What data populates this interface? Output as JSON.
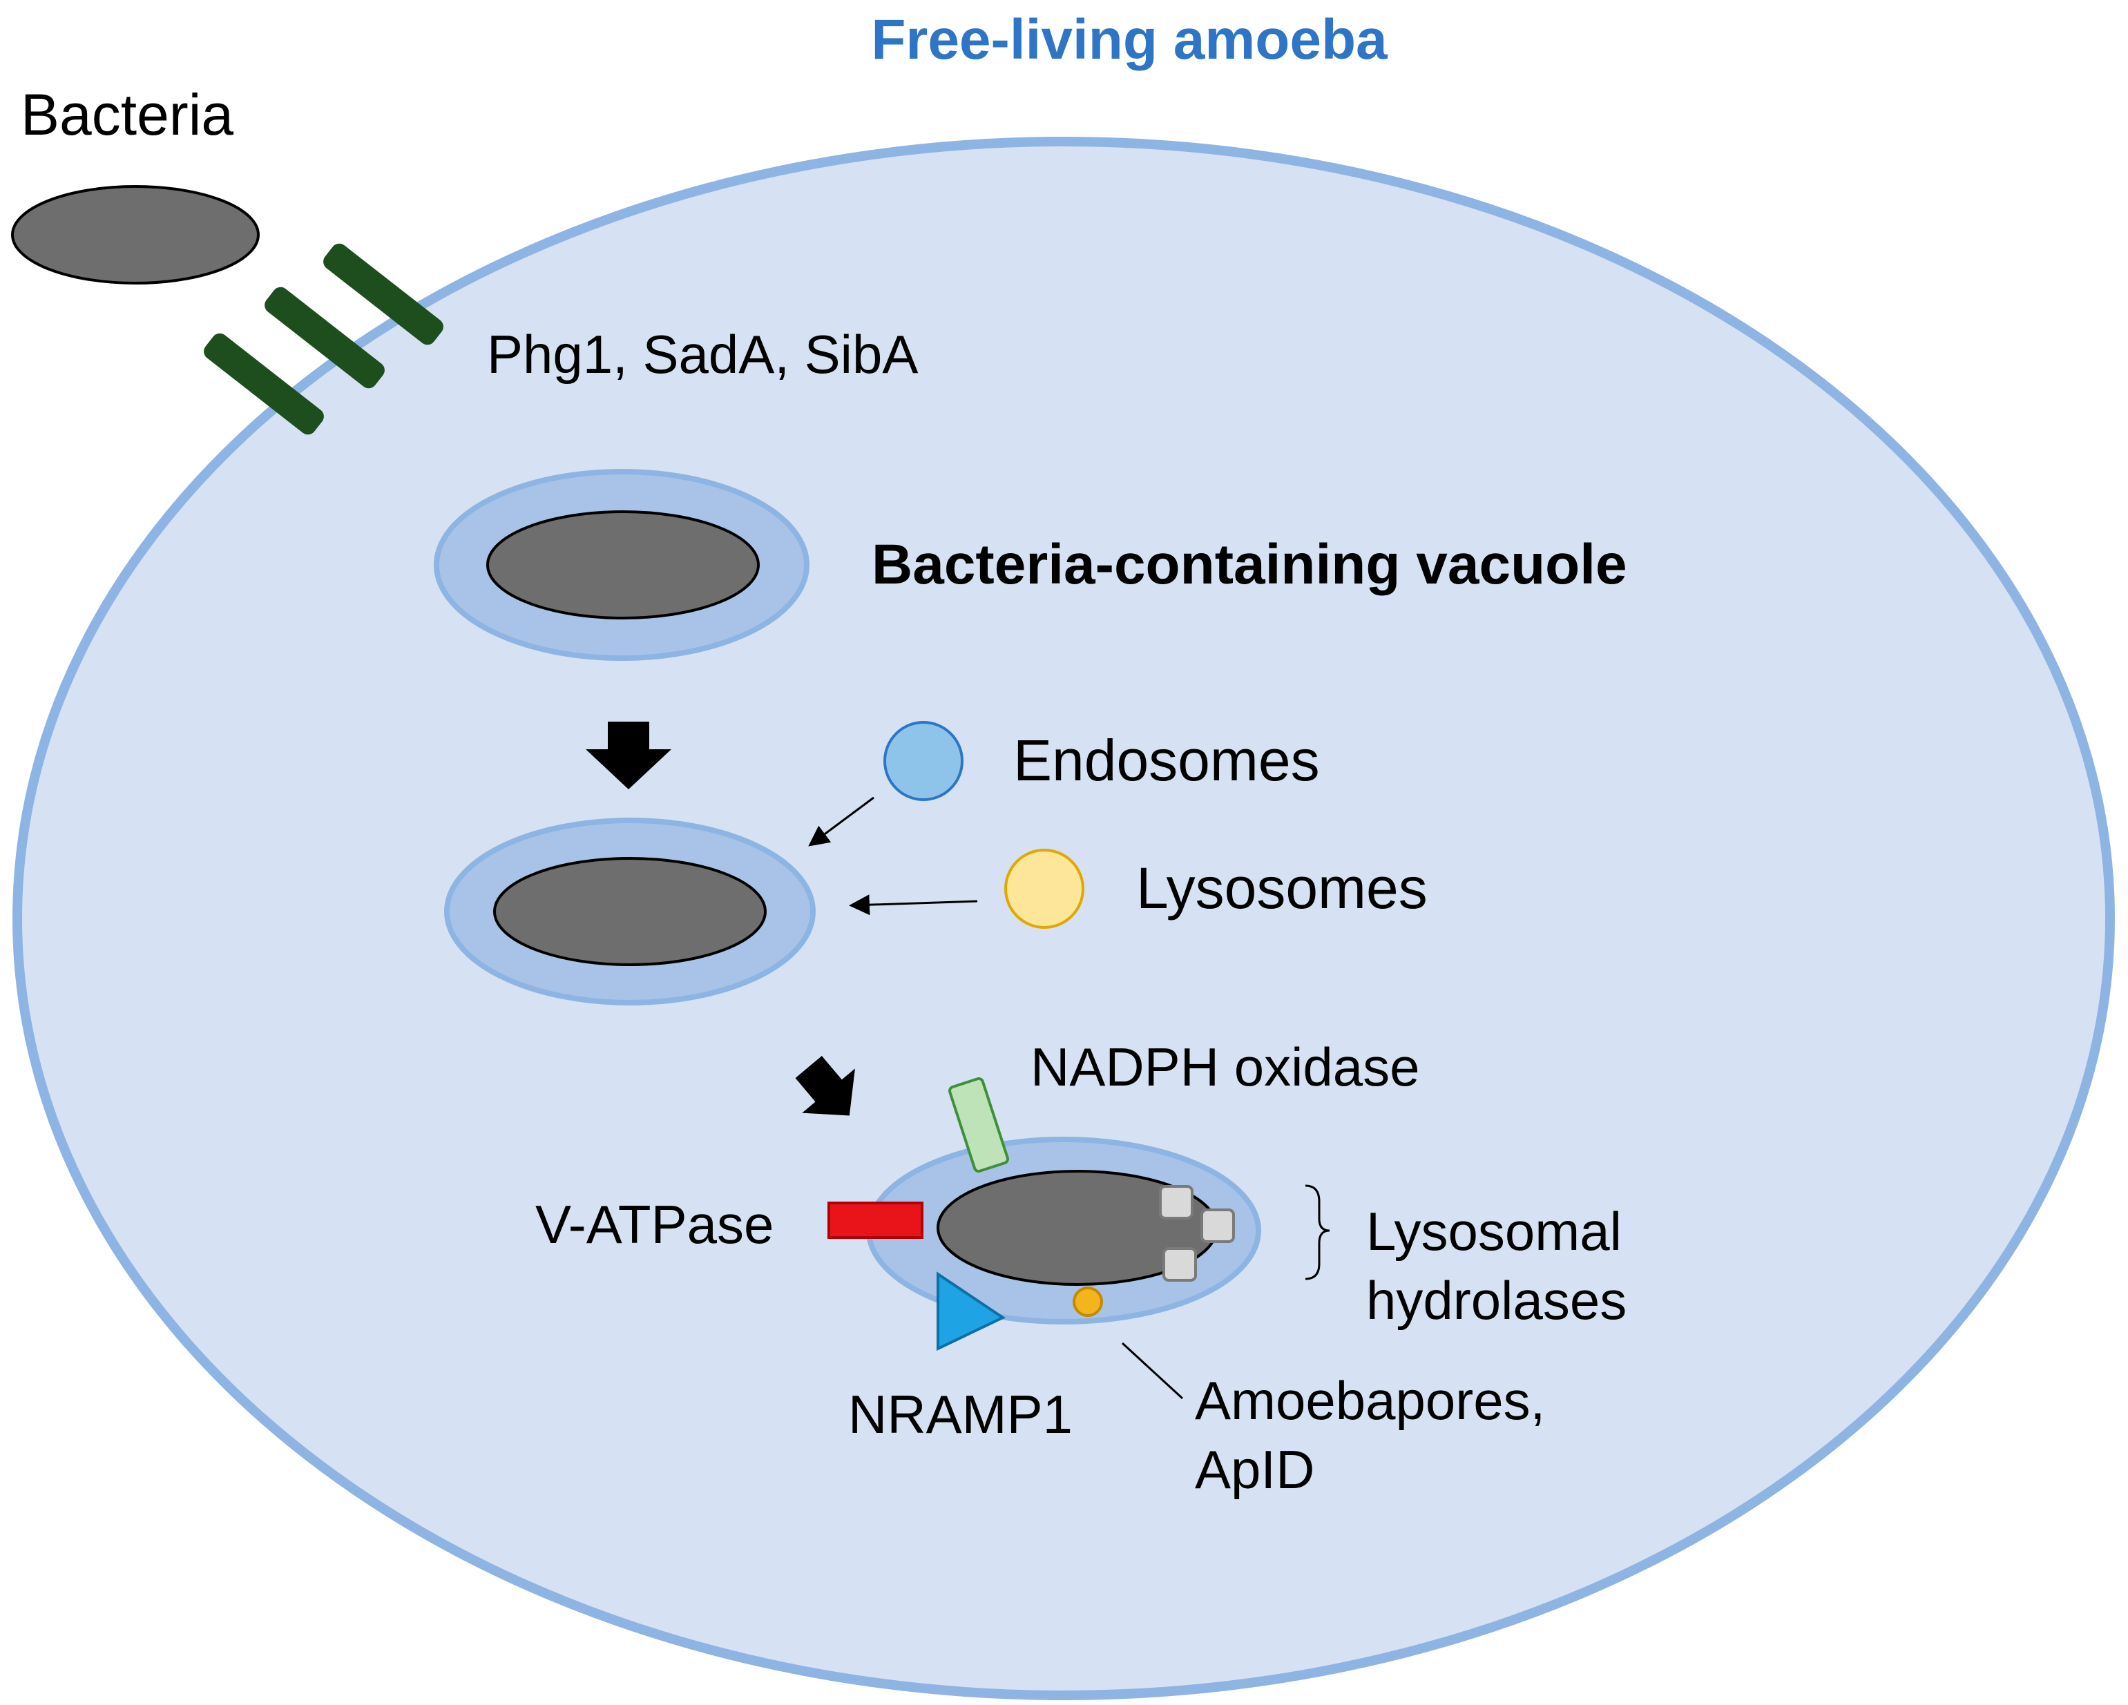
{
  "title": "Free-living amoeba",
  "labels": {
    "bacteria": "Bacteria",
    "receptors": "Phg1, SadA, SibA",
    "vacuole": "Bacteria-containing vacuole",
    "endosomes": "Endosomes",
    "lysosomes": "Lysosomes",
    "nadph": "NADPH oxidase",
    "vatpase": "V-ATPase",
    "hydrolases_1": "Lysosomal",
    "hydrolases_2": "hydrolases",
    "nramp": "NRAMP1",
    "amoebapores_1": "Amoebapores,",
    "amoebapores_2": "ApID"
  },
  "colors": {
    "title": "#2e75c6",
    "cell_fill": "#d6e2f3",
    "cell_stroke": "#8eb4e3",
    "bacteria_fill": "#6e6e6e",
    "vacuole_fill": "#a9c3e8",
    "receptor": "#1e4d1e",
    "endosome": "#8fc4ea",
    "lysosome": "#fde69a",
    "nadph": "#bfe3b8",
    "vatpase": "#e8141a",
    "nramp": "#1ea3e4",
    "hydrolase": "#d9d9d9",
    "amoebapore": "#f3b51c"
  }
}
